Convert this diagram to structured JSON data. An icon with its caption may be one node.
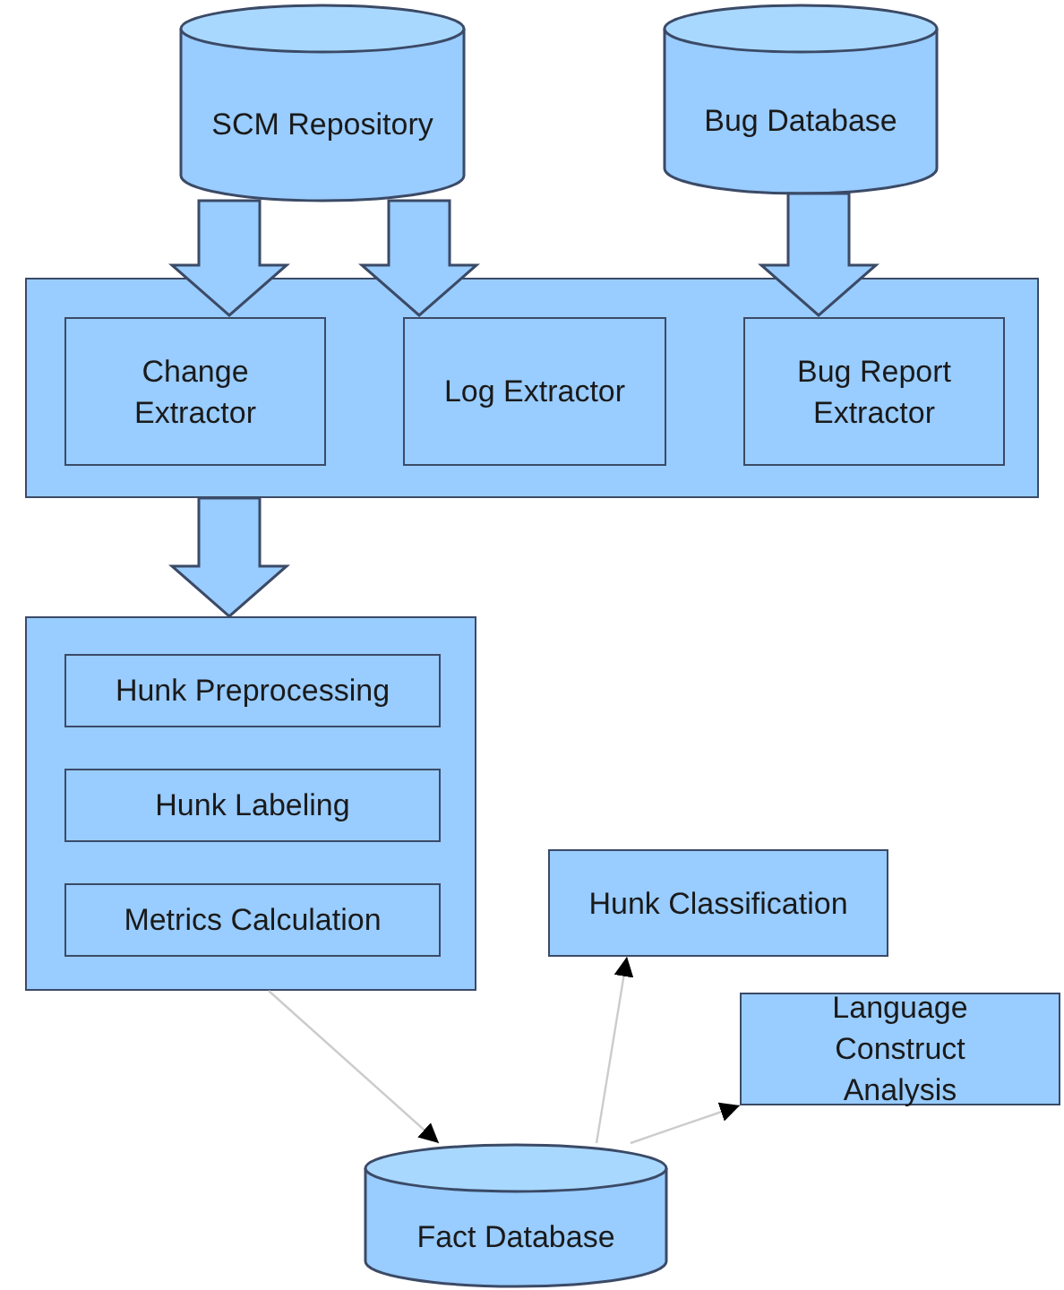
{
  "diagram": {
    "nodes": [
      {
        "text": [
          "SCM Repository"
        ]
      },
      {
        "text": [
          "Bug Database"
        ]
      },
      {
        "text": [],
        "shape": "box"
      },
      {
        "text": [
          "Change Extractor"
        ],
        "in": 2
      },
      {
        "text": [
          "Log Extractor"
        ],
        "in": 2
      },
      {
        "text": [
          "Bug Report Extractor"
        ],
        "in": 2
      },
      {
        "text": [],
        "shape": "box"
      },
      {
        "text": [
          "Hunk Preprocessing"
        ],
        "in": 6
      },
      {
        "text": [
          "Hunk Labeling"
        ],
        "in": 6
      },
      {
        "text": [
          "Metrics Calculation"
        ],
        "in": 6
      },
      {
        "text": [
          "Hunk Classification"
        ]
      },
      {
        "text": [
          "Language Construct Analysis"
        ]
      },
      {
        "text": [
          "Fact Database"
        ]
      }
    ],
    "edges": [
      {
        "from": 0,
        "to": 3,
        "arrow": "to",
        "style": "thick"
      },
      {
        "from": 0,
        "to": 4,
        "arrow": "to",
        "style": "thick"
      },
      {
        "from": 1,
        "to": 5,
        "arrow": "to",
        "style": "thick"
      },
      {
        "from": 2,
        "to": 6,
        "arrow": "to",
        "style": "thick"
      },
      {
        "from": 6,
        "to": 12,
        "arrow": "to",
        "color": "#cccccc"
      },
      {
        "from": 12,
        "to": 10,
        "arrow": "to",
        "color": "#cccccc"
      },
      {
        "from": 12,
        "to": 11,
        "arrow": "to",
        "color": "#cccccc"
      }
    ]
  }
}
